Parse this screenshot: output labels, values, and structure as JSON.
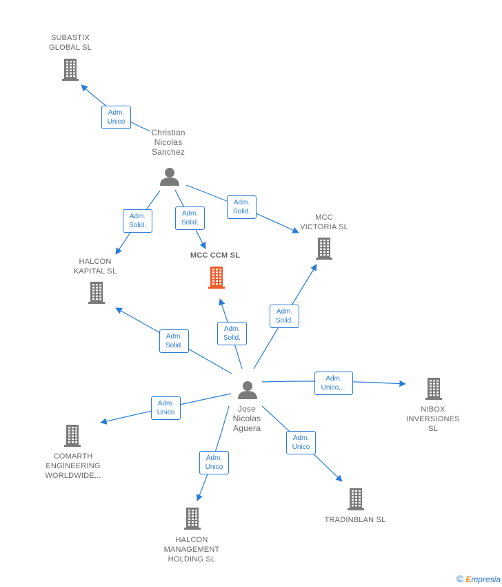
{
  "nodes": {
    "subastix": {
      "label": "SUBASTIX\nGLOBAL  SL",
      "type": "company",
      "color": "#7a7a7a"
    },
    "christian": {
      "label": "Christian\nNicolas\nSanchez",
      "type": "person",
      "color": "#7a7a7a"
    },
    "mcc_victoria": {
      "label": "MCC\nVICTORIA  SL",
      "type": "company",
      "color": "#7a7a7a"
    },
    "halcon_kapital": {
      "label": "HALCON\nKAPITAL  SL",
      "type": "company",
      "color": "#7a7a7a"
    },
    "mcc_ccm": {
      "label": "MCC CCM  SL",
      "type": "company",
      "color": "#f05a28"
    },
    "jose": {
      "label": "Jose\nNicolas\nAguera",
      "type": "person",
      "color": "#7a7a7a"
    },
    "nibox": {
      "label": "NIBOX\nINVERSIONES\nSL",
      "type": "company",
      "color": "#7a7a7a"
    },
    "comarth": {
      "label": "COMARTH\nENGINEERING\nWORLDWIDE...",
      "type": "company",
      "color": "#7a7a7a"
    },
    "tradinblan": {
      "label": "TRADINBLAN SL",
      "type": "company",
      "color": "#7a7a7a"
    },
    "halcon_mgmt": {
      "label": "HALCON\nMANAGEMENT\nHOLDING  SL",
      "type": "company",
      "color": "#7a7a7a"
    }
  },
  "edges": [
    {
      "from": "christian",
      "to": "subastix",
      "label": "Adm.\nUnico"
    },
    {
      "from": "christian",
      "to": "halcon_kapital",
      "label": "Adm.\nSolid."
    },
    {
      "from": "christian",
      "to": "mcc_ccm",
      "label": "Adm.\nSolid."
    },
    {
      "from": "christian",
      "to": "mcc_victoria",
      "label": "Adm.\nSolid."
    },
    {
      "from": "jose",
      "to": "halcon_kapital",
      "label": "Adm.\nSolid."
    },
    {
      "from": "jose",
      "to": "mcc_ccm",
      "label": "Adm.\nSolid."
    },
    {
      "from": "jose",
      "to": "mcc_victoria",
      "label": "Adm.\nSolid."
    },
    {
      "from": "jose",
      "to": "nibox",
      "label": "Adm.\nUnico,..."
    },
    {
      "from": "jose",
      "to": "comarth",
      "label": "Adm.\nUnico"
    },
    {
      "from": "jose",
      "to": "halcon_mgmt",
      "label": "Adm.\nUnico"
    },
    {
      "from": "jose",
      "to": "tradinblan",
      "label": "Adm.\nUnico"
    }
  ],
  "colors": {
    "edge": "#2a7bd6",
    "icon": "#7a7a7a",
    "highlight": "#f05a28"
  },
  "brand": {
    "copyright": "©",
    "name_first": "E",
    "name_rest": "mpresia"
  }
}
